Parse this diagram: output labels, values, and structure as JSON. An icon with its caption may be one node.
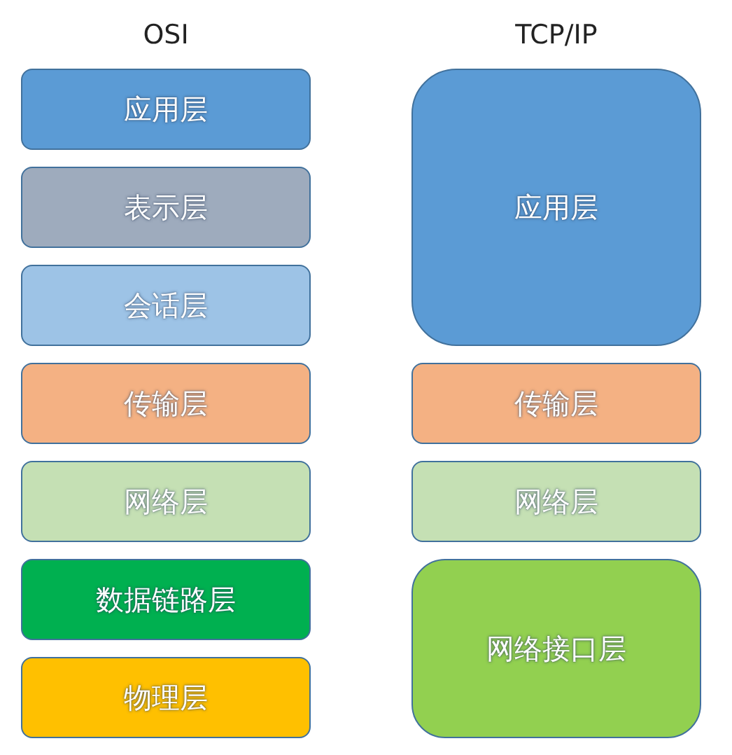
{
  "diagram": {
    "nodes": [
      {
        "text": [
          "应用层"
        ]
      },
      {
        "text": [
          "表示层"
        ]
      },
      {
        "text": [
          "会话层"
        ]
      },
      {
        "text": [
          "传输层"
        ]
      },
      {
        "text": [
          "网络层"
        ]
      },
      {
        "text": [
          "数据链路层"
        ]
      },
      {
        "text": [
          "物理层"
        ]
      },
      {
        "text": [
          "应用层"
        ]
      },
      {
        "text": [
          "传输层"
        ]
      },
      {
        "text": [
          "网络层"
        ]
      },
      {
        "text": [
          "网络接口层"
        ]
      }
    ],
    "labels": [
      "OSI",
      "TCP/IP"
    ]
  }
}
